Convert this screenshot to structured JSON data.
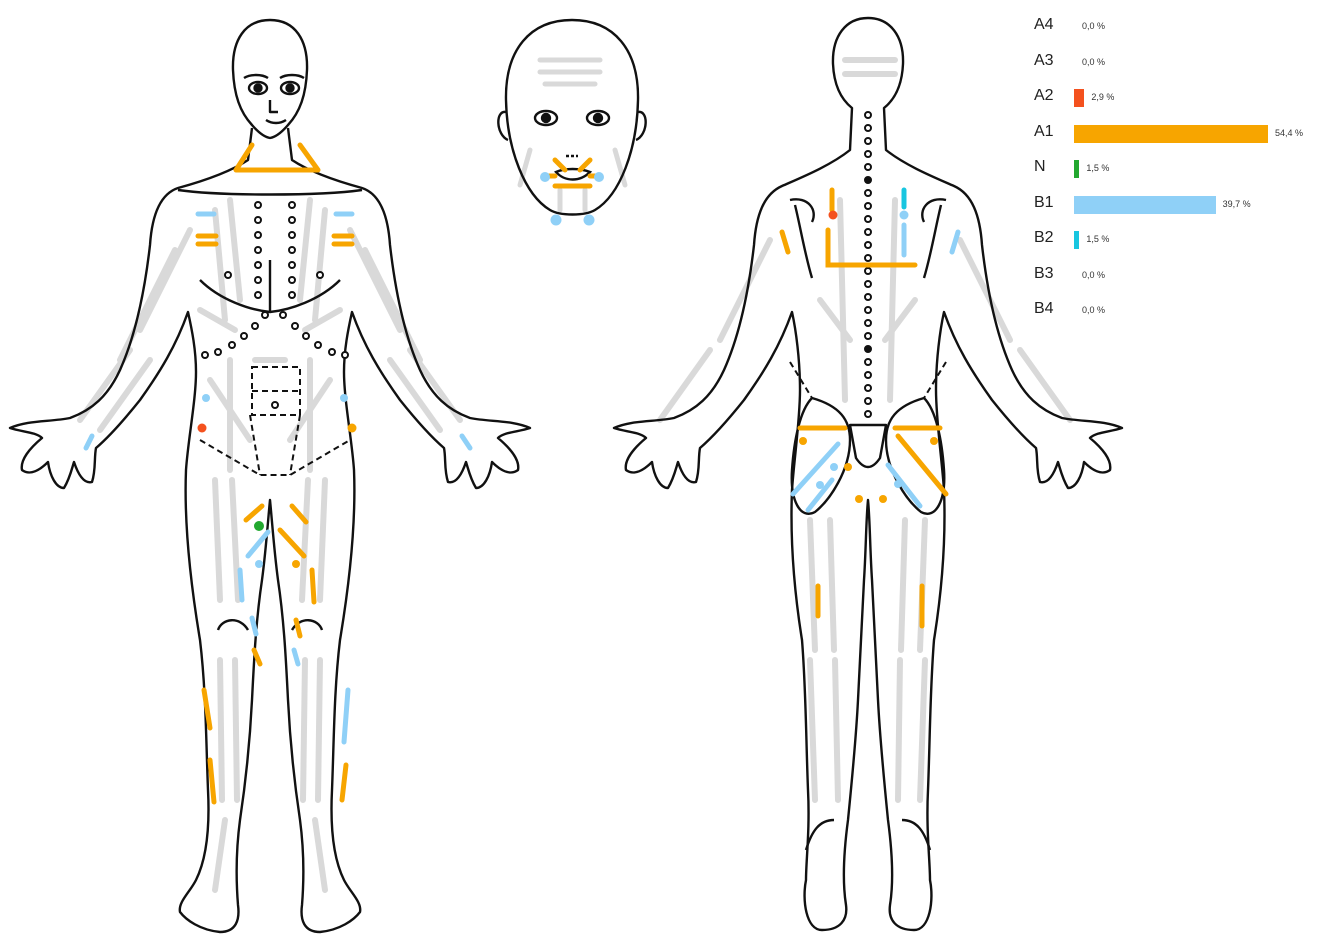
{
  "palette": {
    "outline": "#111111",
    "grey_line": "#d9d9d9",
    "orange": "#f7a500",
    "red_orange": "#f4511e",
    "green": "#22a82f",
    "light_blue": "#8fd0f7",
    "cyan": "#18c6e0"
  },
  "legend": {
    "items": [
      {
        "code": "A4",
        "value": "0,0 %",
        "percent": 0.0,
        "color": "#f7a500"
      },
      {
        "code": "A3",
        "value": "0,0 %",
        "percent": 0.0,
        "color": "#f7a500"
      },
      {
        "code": "A2",
        "value": "2,9 %",
        "percent": 2.9,
        "color": "#f4511e"
      },
      {
        "code": "A1",
        "value": "54,4 %",
        "percent": 54.4,
        "color": "#f7a500"
      },
      {
        "code": "N",
        "value": "1,5 %",
        "percent": 1.5,
        "color": "#22a82f"
      },
      {
        "code": "B1",
        "value": "39,7 %",
        "percent": 39.7,
        "color": "#8fd0f7"
      },
      {
        "code": "B2",
        "value": "1,5 %",
        "percent": 1.5,
        "color": "#18c6e0"
      },
      {
        "code": "B3",
        "value": "0,0 %",
        "percent": 0.0,
        "color": "#8fd0f7"
      },
      {
        "code": "B4",
        "value": "0,0 %",
        "percent": 0.0,
        "color": "#8fd0f7"
      }
    ]
  },
  "figures": [
    "body-front",
    "face-front",
    "body-back"
  ]
}
